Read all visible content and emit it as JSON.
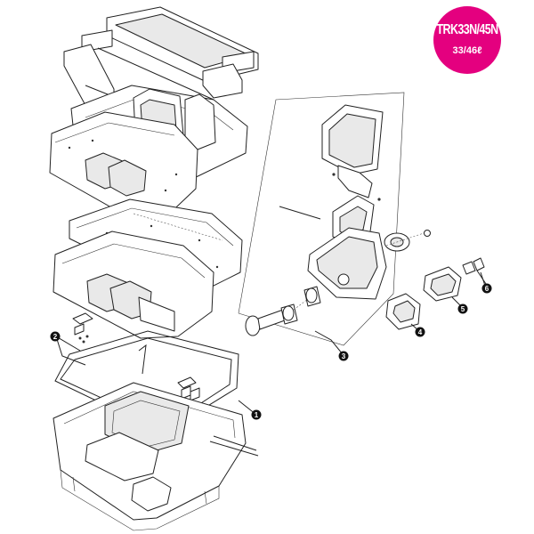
{
  "badge": {
    "model": "TRK33N/45N",
    "capacity": "33/46ℓ",
    "color": "#e4007f"
  },
  "callouts": [
    {
      "number": "1",
      "part": "case-body"
    },
    {
      "number": "2",
      "part": "seal-frame"
    },
    {
      "number": "3",
      "part": "lock-assembly"
    },
    {
      "number": "4",
      "part": "latch-hook"
    },
    {
      "number": "5",
      "part": "latch-catch"
    },
    {
      "number": "6",
      "part": "screw"
    }
  ],
  "icons": [
    "key-icon",
    "lock-cylinder-icon"
  ],
  "colors": {
    "line": "#222222",
    "callout_fill": "#111111",
    "badge": "#e4007f"
  }
}
